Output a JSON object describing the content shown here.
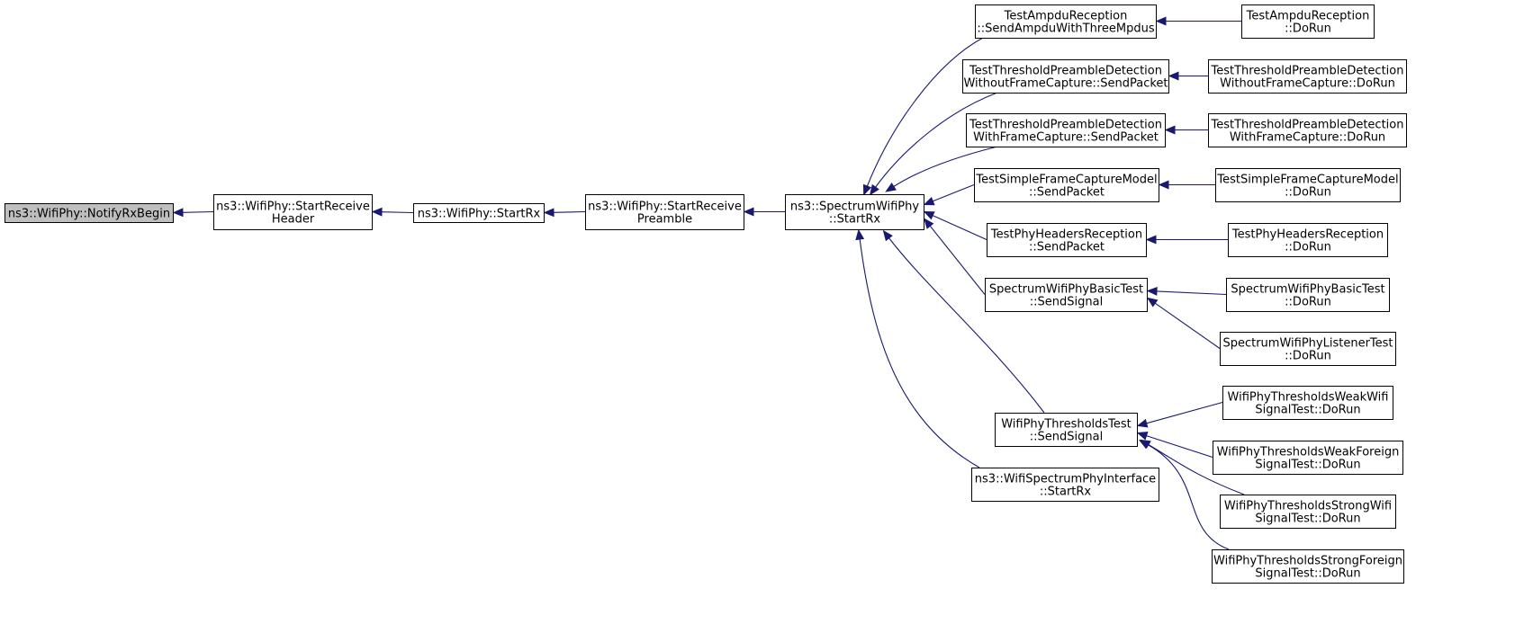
{
  "diagram": {
    "type": "caller-graph",
    "colors": {
      "edge": "#191970",
      "root_fill": "#bfbfbf",
      "node_fill": "#ffffff",
      "border": "#000000"
    },
    "nodes": [
      {
        "id": "n0",
        "lines": [
          "ns3::WifiPhy::NotifyRxBegin"
        ],
        "root": true
      },
      {
        "id": "n1",
        "lines": [
          "ns3::WifiPhy::StartReceive",
          "Header"
        ]
      },
      {
        "id": "n2",
        "lines": [
          "ns3::WifiPhy::StartRx"
        ]
      },
      {
        "id": "n3",
        "lines": [
          "ns3::WifiPhy::StartReceive",
          "Preamble"
        ]
      },
      {
        "id": "n4",
        "lines": [
          "ns3::SpectrumWifiPhy",
          "::StartRx"
        ]
      },
      {
        "id": "n5",
        "lines": [
          "TestAmpduReception",
          "::SendAmpduWithThreeMpdus"
        ]
      },
      {
        "id": "n6",
        "lines": [
          "TestThresholdPreambleDetection",
          "WithoutFrameCapture::SendPacket"
        ]
      },
      {
        "id": "n7",
        "lines": [
          "TestThresholdPreambleDetection",
          "WithFrameCapture::SendPacket"
        ]
      },
      {
        "id": "n8",
        "lines": [
          "TestSimpleFrameCaptureModel",
          "::SendPacket"
        ]
      },
      {
        "id": "n9",
        "lines": [
          "TestPhyHeadersReception",
          "::SendPacket"
        ]
      },
      {
        "id": "n10",
        "lines": [
          "SpectrumWifiPhyBasicTest",
          "::SendSignal"
        ]
      },
      {
        "id": "n11",
        "lines": [
          "WifiPhyThresholdsTest",
          "::SendSignal"
        ]
      },
      {
        "id": "n12",
        "lines": [
          "ns3::WifiSpectrumPhyInterface",
          "::StartRx"
        ]
      },
      {
        "id": "n13",
        "lines": [
          "TestAmpduReception",
          "::DoRun"
        ]
      },
      {
        "id": "n14",
        "lines": [
          "TestThresholdPreambleDetection",
          "WithoutFrameCapture::DoRun"
        ]
      },
      {
        "id": "n15",
        "lines": [
          "TestThresholdPreambleDetection",
          "WithFrameCapture::DoRun"
        ]
      },
      {
        "id": "n16",
        "lines": [
          "TestSimpleFrameCaptureModel",
          "::DoRun"
        ]
      },
      {
        "id": "n17",
        "lines": [
          "TestPhyHeadersReception",
          "::DoRun"
        ]
      },
      {
        "id": "n18",
        "lines": [
          "SpectrumWifiPhyBasicTest",
          "::DoRun"
        ]
      },
      {
        "id": "n19",
        "lines": [
          "SpectrumWifiPhyListenerTest",
          "::DoRun"
        ]
      },
      {
        "id": "n20",
        "lines": [
          "WifiPhyThresholdsWeakWifi",
          "SignalTest::DoRun"
        ]
      },
      {
        "id": "n21",
        "lines": [
          "WifiPhyThresholdsWeakForeign",
          "SignalTest::DoRun"
        ]
      },
      {
        "id": "n22",
        "lines": [
          "WifiPhyThresholdsStrongWifi",
          "SignalTest::DoRun"
        ]
      },
      {
        "id": "n23",
        "lines": [
          "WifiPhyThresholdsStrongForeign",
          "SignalTest::DoRun"
        ]
      }
    ],
    "edges": [
      {
        "from": "n1",
        "to": "n0"
      },
      {
        "from": "n2",
        "to": "n1"
      },
      {
        "from": "n3",
        "to": "n2"
      },
      {
        "from": "n4",
        "to": "n3"
      },
      {
        "from": "n5",
        "to": "n4"
      },
      {
        "from": "n6",
        "to": "n4"
      },
      {
        "from": "n7",
        "to": "n4"
      },
      {
        "from": "n8",
        "to": "n4"
      },
      {
        "from": "n9",
        "to": "n4"
      },
      {
        "from": "n10",
        "to": "n4"
      },
      {
        "from": "n11",
        "to": "n4"
      },
      {
        "from": "n12",
        "to": "n4"
      },
      {
        "from": "n13",
        "to": "n5"
      },
      {
        "from": "n14",
        "to": "n6"
      },
      {
        "from": "n15",
        "to": "n7"
      },
      {
        "from": "n16",
        "to": "n8"
      },
      {
        "from": "n17",
        "to": "n9"
      },
      {
        "from": "n18",
        "to": "n10"
      },
      {
        "from": "n19",
        "to": "n10"
      },
      {
        "from": "n20",
        "to": "n11"
      },
      {
        "from": "n21",
        "to": "n11"
      },
      {
        "from": "n22",
        "to": "n11"
      },
      {
        "from": "n23",
        "to": "n11"
      }
    ]
  }
}
